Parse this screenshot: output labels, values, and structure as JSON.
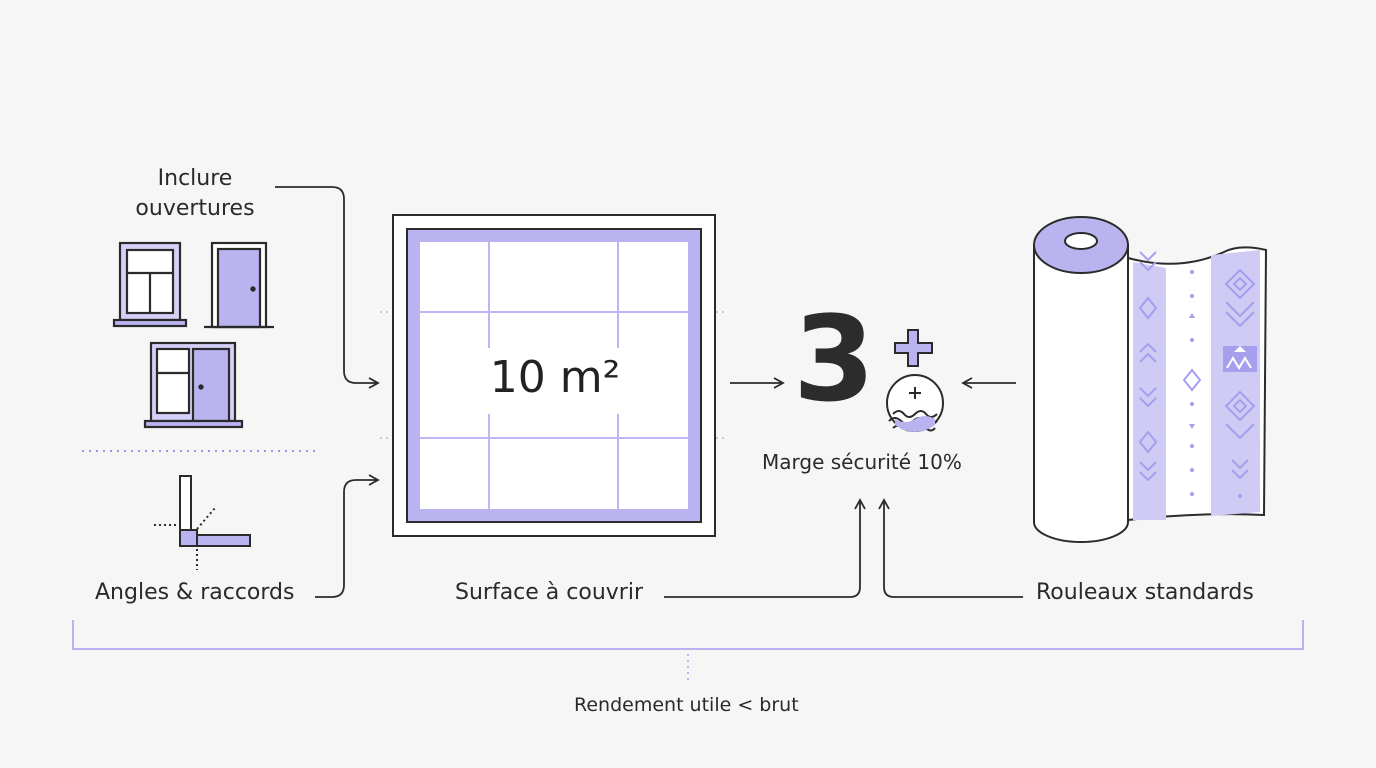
{
  "labels": {
    "inclure_line1": "Inclure",
    "inclure_line2": "ouvertures",
    "angles": "Angles & raccords",
    "surface": "Surface à couvrir",
    "area": "10 m²",
    "three": "3",
    "marge": "Marge sécurité 10%",
    "rouleaux": "Rouleaux standards",
    "rendement": "Rendement utile < brut"
  },
  "colors": {
    "accent": "#9b95e8",
    "accent_light": "#cfcbf5",
    "line": "#2b2b2b",
    "background": "#f6f6f7"
  },
  "icons": [
    "window-icon",
    "door-icon",
    "window-door-icon",
    "corner-joint-icon",
    "wallpaper-roll-icon",
    "plus-icon",
    "wave-circle-icon"
  ]
}
